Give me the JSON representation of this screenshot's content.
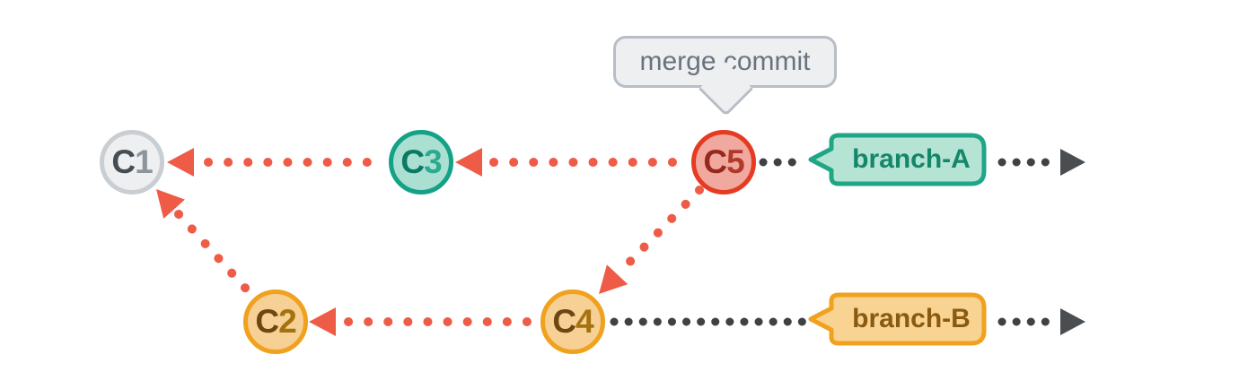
{
  "diagram": {
    "callout": {
      "text": "merge commit"
    },
    "commits": [
      {
        "id": "C1",
        "c": "C",
        "num": "1",
        "fill": "#edeff1",
        "border": "#c9ced3"
      },
      {
        "id": "C2",
        "c": "C",
        "num": "2",
        "fill": "#f6d094",
        "border": "#f0a11d"
      },
      {
        "id": "C3",
        "c": "C",
        "num": "3",
        "fill": "#abdfd1",
        "border": "#13a287"
      },
      {
        "id": "C4",
        "c": "C",
        "num": "4",
        "fill": "#f6d094",
        "border": "#f0a11d"
      },
      {
        "id": "C5",
        "c": "C",
        "num": "5",
        "fill": "#f1a89f",
        "border": "#e53b22"
      }
    ],
    "branches": [
      {
        "id": "branch-A",
        "label": "branch-A",
        "fill": "#b5e4d4",
        "border": "#1ea687",
        "text_color": "#15866a",
        "row": "top"
      },
      {
        "id": "branch-B",
        "label": "branch-B",
        "fill": "#f8d391",
        "border": "#f0a21e",
        "text_color": "#8a5a11",
        "row": "bottom"
      }
    ],
    "edges": [
      {
        "from": "C3",
        "to": "C1",
        "type": "parent-pointer",
        "color": "#ee5c47"
      },
      {
        "from": "C5",
        "to": "C3",
        "type": "parent-pointer",
        "color": "#ee5c47"
      },
      {
        "from": "C5",
        "to": "C4",
        "type": "parent-pointer",
        "color": "#ee5c47"
      },
      {
        "from": "C4",
        "to": "C2",
        "type": "parent-pointer",
        "color": "#ee5c47"
      },
      {
        "from": "C2",
        "to": "C1",
        "type": "parent-pointer",
        "color": "#ee5c47"
      },
      {
        "from": "C5",
        "to": "branch-A",
        "type": "timeline",
        "color": "#3f4245"
      },
      {
        "from": "C4",
        "to": "branch-B",
        "type": "timeline",
        "color": "#3f4245"
      }
    ],
    "colors": {
      "parent_edge": "#ee5c47",
      "timeline_dots": "#3f4245",
      "timeline_arrow": "#4b4e51",
      "callout_fill": "#edeff1",
      "callout_border": "#b7bec5",
      "callout_text": "#6a737d",
      "background": "#ffffff"
    }
  }
}
